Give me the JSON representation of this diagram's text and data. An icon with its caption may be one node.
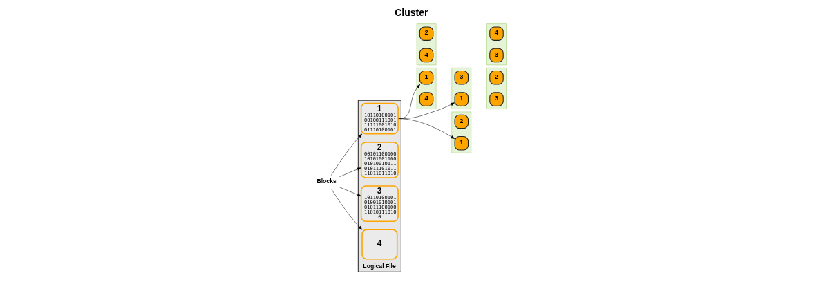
{
  "diagram": {
    "title": "Cluster",
    "nodes": [
      {
        "text": [
          "Blocks"
        ]
      },
      {
        "text": [
          "Logical File"
        ]
      },
      {
        "text": [
          "1",
          "10110100101 00100111001 11111001010 01110100101"
        ],
        "in": 1
      },
      {
        "text": [
          "2",
          "00101100100 10101001100 01010010111 01011101011 11011011010"
        ],
        "in": 1
      },
      {
        "text": [
          "3",
          "10110100101 01001010101 01011100100 11010111010 0"
        ],
        "in": 1
      },
      {
        "text": [
          "4"
        ],
        "in": 1
      },
      {
        "text": [],
        "shape": "box"
      },
      {
        "text": [
          "1"
        ],
        "in": 6
      },
      {
        "text": [
          "4"
        ],
        "in": 6
      },
      {
        "text": [],
        "shape": "box"
      },
      {
        "text": [
          "3"
        ],
        "in": 9
      },
      {
        "text": [
          "1"
        ],
        "in": 9
      },
      {
        "text": [],
        "shape": "box"
      },
      {
        "text": [
          "2"
        ],
        "in": 12
      },
      {
        "text": [
          "3"
        ],
        "in": 12
      },
      {
        "text": [],
        "shape": "box"
      },
      {
        "text": [
          "2"
        ],
        "in": 15
      },
      {
        "text": [
          "4"
        ],
        "in": 15
      },
      {
        "text": [],
        "shape": "box"
      },
      {
        "text": [
          "2"
        ],
        "in": 18
      },
      {
        "text": [
          "1"
        ],
        "in": 18
      },
      {
        "text": [],
        "shape": "box"
      },
      {
        "text": [
          "4"
        ],
        "in": 21
      },
      {
        "text": [
          "3"
        ],
        "in": 21
      }
    ],
    "edges": [
      {
        "from": 0,
        "to": 2,
        "arrow": "to"
      },
      {
        "from": 0,
        "to": 3,
        "arrow": "to"
      },
      {
        "from": 0,
        "to": 4,
        "arrow": "to"
      },
      {
        "from": 0,
        "to": 5,
        "arrow": "to"
      },
      {
        "from": 2,
        "to": 7,
        "arrow": "to"
      },
      {
        "from": 2,
        "to": 11,
        "arrow": "to"
      },
      {
        "from": 2,
        "to": 20,
        "arrow": "to"
      }
    ]
  }
}
